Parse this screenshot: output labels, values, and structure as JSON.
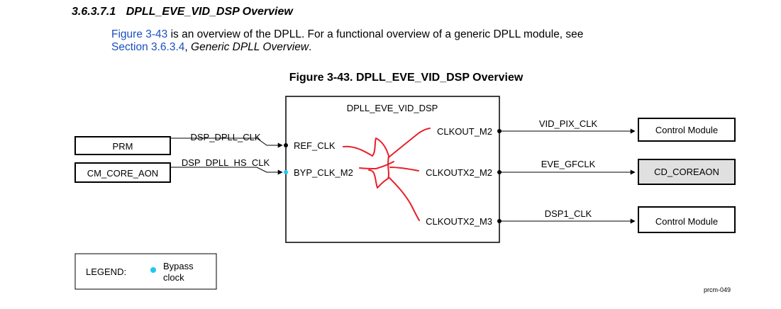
{
  "section": {
    "number": "3.6.3.7.1",
    "title": "DPLL_EVE_VID_DSP Overview"
  },
  "paragraph": {
    "link_figure": "Figure 3-43",
    "text_a": " is an overview of the DPLL. For a functional overview of a generic DPLL module, see",
    "link_section": "Section 3.6.3.4",
    "text_b": ", ",
    "italic_ref": "Generic DPLL Overview",
    "text_c": "."
  },
  "figure": {
    "title": "Figure 3-43. DPLL_EVE_VID_DSP Overview",
    "dpll_name": "DPLL_EVE_VID_DSP",
    "inputs": [
      {
        "source": "PRM",
        "signal": "DSP_DPLL_CLK",
        "port": "REF_CLK"
      },
      {
        "source": "CM_CORE_AON",
        "signal": "DSP_DPLL_HS_CLK",
        "port": "BYP_CLK_M2"
      }
    ],
    "outputs": [
      {
        "port": "CLKOUT_M2",
        "signal": "VID_PIX_CLK",
        "dest": "Control Module"
      },
      {
        "port": "CLKOUTX2_M2",
        "signal": "EVE_GFCLK",
        "dest": "CD_COREAON"
      },
      {
        "port": "CLKOUTX2_M3",
        "signal": "DSP1_CLK",
        "dest": "Control Module"
      }
    ],
    "legend": {
      "label": "LEGEND:",
      "item_line1": "Bypass",
      "item_line2": "clock"
    },
    "figure_id": "prcm-049"
  },
  "colors": {
    "link": "#1a4fc0",
    "bypass_dot": "#1ec8f0",
    "annotation": "#e8202a",
    "shaded_box": "#e0e0e0"
  }
}
